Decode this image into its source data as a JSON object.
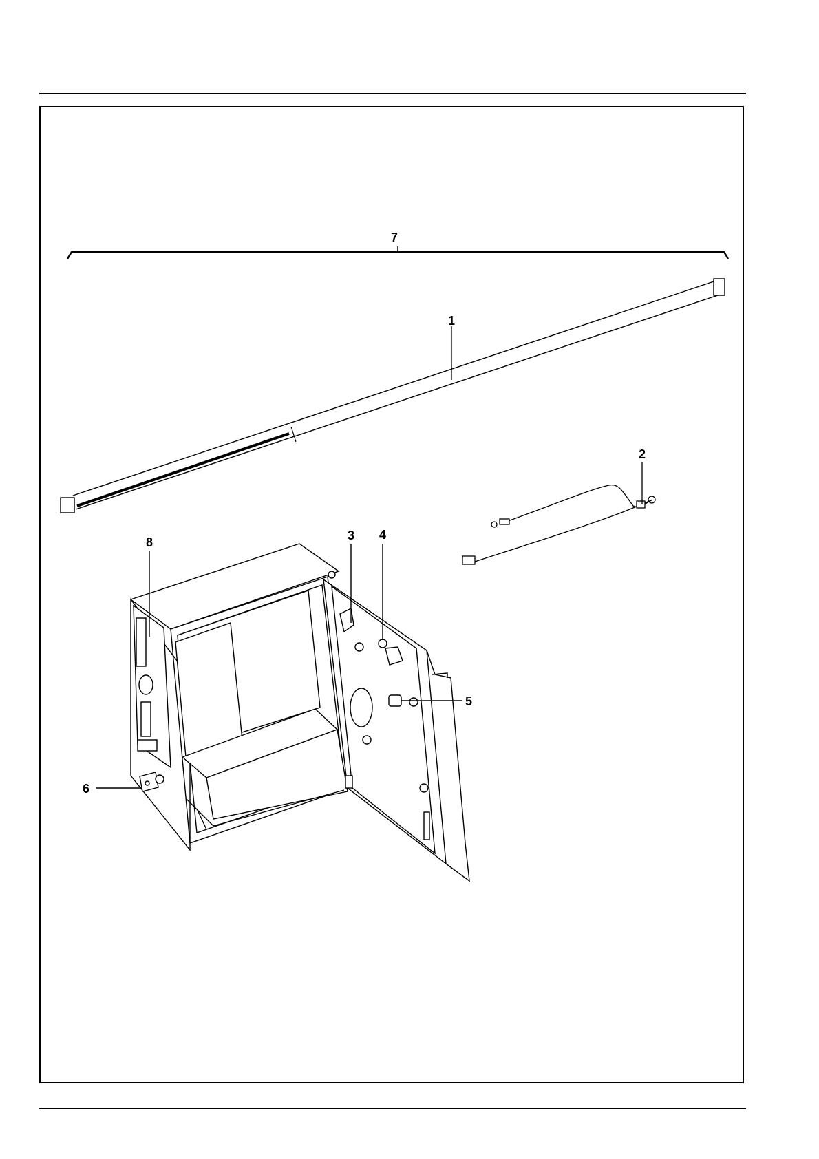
{
  "callouts": {
    "c1": "1",
    "c2": "2",
    "c3": "3",
    "c4": "4",
    "c5": "5",
    "c6": "6",
    "c7": "7",
    "c8": "8"
  },
  "colors": {
    "line": "#000000",
    "shade": "#d0d0d0",
    "background": "#ffffff"
  }
}
